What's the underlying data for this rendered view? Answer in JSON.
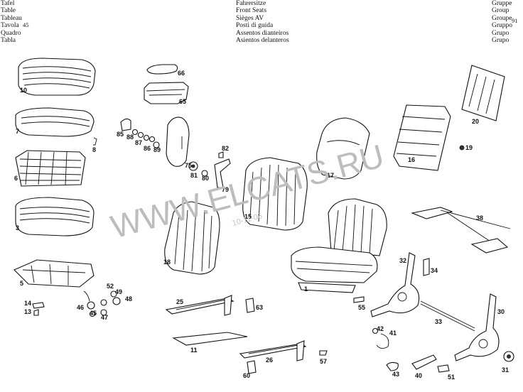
{
  "header": {
    "col1": [
      "Tafel",
      "Table",
      "Tableau",
      "Tavola",
      "Quadro",
      "Tabla"
    ],
    "table_number": "45",
    "col2": [
      "Fahrersitze",
      "Front Seats",
      "Sièges AV",
      "Posti di guida",
      "Assentos dianteiros",
      "Asientos delanteros"
    ],
    "col3": [
      "Gruppe",
      "Group",
      "Groupe",
      "Gruppo",
      "Grupo",
      "Grupo"
    ],
    "group_number": "91"
  },
  "watermark": {
    "main": "WWW.ELCATS.RU",
    "sub": "10-11-06"
  },
  "labels": {
    "l1": "1",
    "l3": "3",
    "l5": "5",
    "l6": "6",
    "l7": "7",
    "l8": "8",
    "l10": "10",
    "l11": "11",
    "l13": "13",
    "l14": "14",
    "l15": "15",
    "l16": "16",
    "l17": "17",
    "l18": "18",
    "l19": "19",
    "l20": "20",
    "l25": "25",
    "l26": "26",
    "l30": "30",
    "l31": "31",
    "l32": "32",
    "l33": "33",
    "l34": "34",
    "l38": "38",
    "l40": "40",
    "l41": "41",
    "l42": "42",
    "l43": "43",
    "l45": "45",
    "l46": "46",
    "l47": "47",
    "l48": "48",
    "l49": "49",
    "l51": "51",
    "l52": "52",
    "l55": "55",
    "l57": "57",
    "l60": "60",
    "l63": "63",
    "l65": "65",
    "l66": "66",
    "l75": "75",
    "l79": "79",
    "l80": "80",
    "l81": "81",
    "l82": "82",
    "l85": "85",
    "l86": "86",
    "l87": "87",
    "l88": "88",
    "l89": "89"
  }
}
